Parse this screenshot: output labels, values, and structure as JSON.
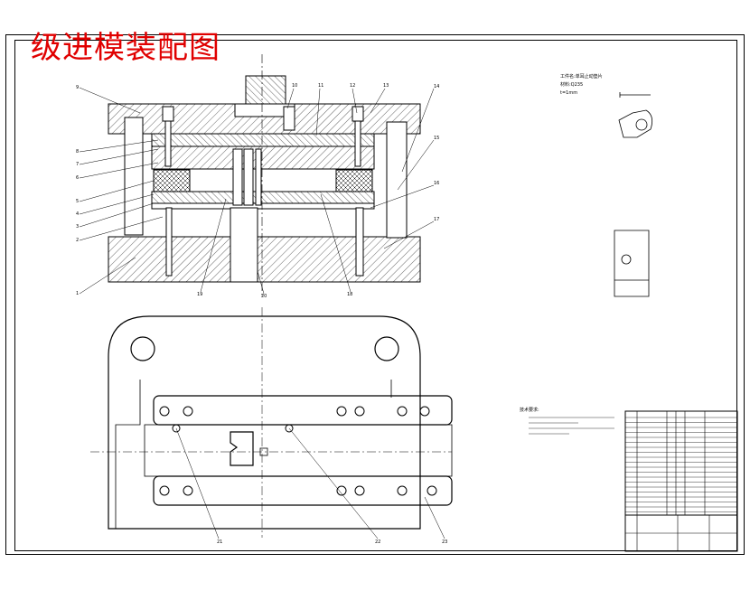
{
  "title": "级进模装配图",
  "part_note": {
    "line1": "工件名:单耳止动垫片",
    "line2": "材料:Q235",
    "line3": "t=1mm"
  },
  "tech_req": {
    "heading": "技术要求:"
  },
  "part_numbers": [
    "9",
    "8",
    "7",
    "6",
    "5",
    "4",
    "3",
    "2",
    "1",
    "10",
    "11",
    "12",
    "13",
    "14",
    "15",
    "16",
    "17",
    "18",
    "19",
    "20",
    "21",
    "22",
    "23"
  ],
  "colors": {
    "title_red": "#e00000",
    "line": "#000000"
  }
}
